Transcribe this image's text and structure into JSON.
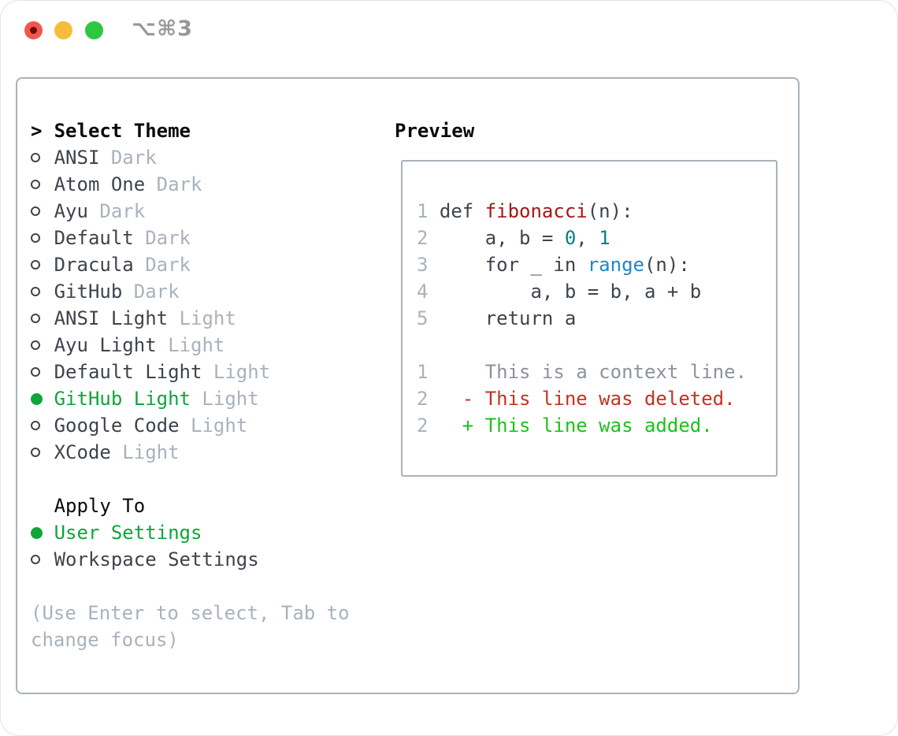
{
  "window": {
    "title": "⌥⌘3",
    "traffic_lights": [
      {
        "name": "close",
        "color": "#f1574e"
      },
      {
        "name": "minimize",
        "color": "#f5bd3a"
      },
      {
        "name": "zoom",
        "color": "#2fc642"
      }
    ]
  },
  "theme_menu": {
    "header_prefix": ">",
    "header": "Select Theme",
    "items": [
      {
        "name": "ANSI",
        "tag": "Dark",
        "selected": false
      },
      {
        "name": "Atom One",
        "tag": "Dark",
        "selected": false
      },
      {
        "name": "Ayu",
        "tag": "Dark",
        "selected": false
      },
      {
        "name": "Default",
        "tag": "Dark",
        "selected": false
      },
      {
        "name": "Dracula",
        "tag": "Dark",
        "selected": false
      },
      {
        "name": "GitHub",
        "tag": "Dark",
        "selected": false
      },
      {
        "name": "ANSI Light",
        "tag": "Light",
        "selected": false
      },
      {
        "name": "Ayu Light",
        "tag": "Light",
        "selected": false
      },
      {
        "name": "Default Light",
        "tag": "Light",
        "selected": false
      },
      {
        "name": "GitHub Light",
        "tag": "Light",
        "selected": true
      },
      {
        "name": "Google Code",
        "tag": "Light",
        "selected": false
      },
      {
        "name": "XCode",
        "tag": "Light",
        "selected": false
      }
    ]
  },
  "apply_menu": {
    "header": "Apply To",
    "items": [
      {
        "name": "User Settings",
        "selected": true
      },
      {
        "name": "Workspace Settings",
        "selected": false
      }
    ]
  },
  "help_text": "(Use Enter to select, Tab to change focus)",
  "preview": {
    "header": "Preview",
    "code_lines": [
      {
        "num": "1",
        "segments": [
          {
            "text": "def ",
            "color": "code"
          },
          {
            "text": "fibonacci",
            "color": "func"
          },
          {
            "text": "(n):",
            "color": "code"
          }
        ]
      },
      {
        "num": "2",
        "segments": [
          {
            "text": "    a, b = ",
            "color": "code"
          },
          {
            "text": "0",
            "color": "num"
          },
          {
            "text": ", ",
            "color": "code"
          },
          {
            "text": "1",
            "color": "num"
          }
        ]
      },
      {
        "num": "3",
        "segments": [
          {
            "text": "    for _ in ",
            "color": "code"
          },
          {
            "text": "range",
            "color": "builtin"
          },
          {
            "text": "(n):",
            "color": "code"
          }
        ]
      },
      {
        "num": "4",
        "segments": [
          {
            "text": "        a, b = b, a + b",
            "color": "code"
          }
        ]
      },
      {
        "num": "5",
        "segments": [
          {
            "text": "    return a",
            "color": "code"
          }
        ]
      },
      {
        "num": "",
        "segments": []
      },
      {
        "num": "1",
        "segments": [
          {
            "text": "    This is a context line.",
            "color": "context"
          }
        ]
      },
      {
        "num": "2",
        "segments": [
          {
            "text": "  - This line was deleted.",
            "color": "deleted"
          }
        ]
      },
      {
        "num": "2",
        "segments": [
          {
            "text": "  + This line was added.",
            "color": "added"
          }
        ]
      }
    ]
  },
  "palette": {
    "code": "#3e444c",
    "func": "#a51717",
    "num": "#0c7f80",
    "builtin": "#1e88c8",
    "context": "#8d939b",
    "deleted": "#c23321",
    "added": "#1cc21c",
    "line_number": "#a9b2bc",
    "selected_green": "#0fa53c",
    "item_text": "#3e444c",
    "tag_text": "#a9b2bc",
    "panel_border": "#a9b2bc",
    "help_text": "#a9b2bc",
    "title_text": "#97979c"
  }
}
